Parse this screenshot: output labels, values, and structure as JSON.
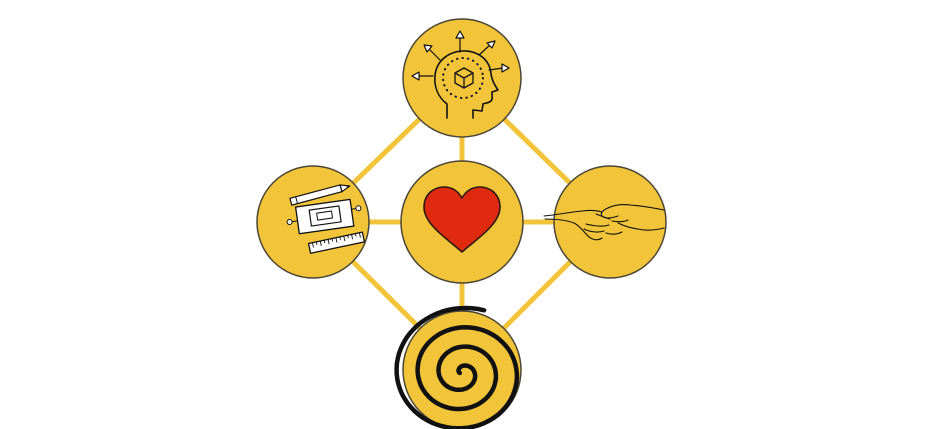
{
  "diagram": {
    "colors": {
      "background": "#ffffff",
      "node_fill": "#f2c43a",
      "node_stroke": "#4a4636",
      "connector": "#f2c43a",
      "heart": "#e02a10",
      "ink": "#111111"
    },
    "nodes": [
      {
        "id": "center",
        "icon": "heart-icon"
      },
      {
        "id": "top",
        "icon": "head-with-arrows-icon"
      },
      {
        "id": "left",
        "icon": "blueprint-pencil-ruler-icon"
      },
      {
        "id": "right",
        "icon": "handshake-icon"
      },
      {
        "id": "bottom",
        "icon": "spiral-icon"
      }
    ],
    "edges": [
      [
        "top",
        "left"
      ],
      [
        "top",
        "right"
      ],
      [
        "bottom",
        "left"
      ],
      [
        "bottom",
        "right"
      ],
      [
        "center",
        "top"
      ],
      [
        "center",
        "bottom"
      ],
      [
        "center",
        "left"
      ],
      [
        "center",
        "right"
      ]
    ]
  }
}
